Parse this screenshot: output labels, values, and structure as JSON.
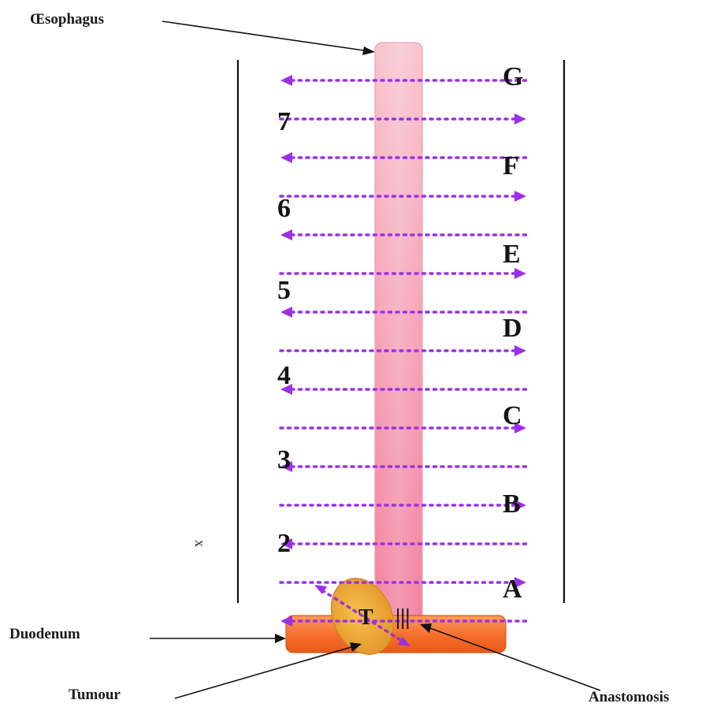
{
  "title": "",
  "labels": {
    "oesophagus": "Œsophagus",
    "duodenum": "Duodenum",
    "tumour": "Tumour",
    "anastomosis": "Anastomosis",
    "tumour_tag": "T",
    "anastomosis_tag": "|||",
    "axis": "x"
  },
  "letter_zones": [
    "A",
    "B",
    "C",
    "D",
    "E",
    "F",
    "G"
  ],
  "number_zones": [
    "2",
    "3",
    "4",
    "5",
    "6",
    "7"
  ],
  "sweeps": [
    {
      "direction": "left"
    },
    {
      "direction": "right"
    },
    {
      "direction": "left"
    },
    {
      "direction": "right"
    },
    {
      "direction": "left"
    },
    {
      "direction": "right"
    },
    {
      "direction": "left"
    },
    {
      "direction": "right"
    },
    {
      "direction": "left"
    },
    {
      "direction": "right"
    },
    {
      "direction": "left"
    },
    {
      "direction": "right"
    },
    {
      "direction": "left"
    },
    {
      "direction": "right"
    },
    {
      "direction": "left"
    }
  ],
  "colors": {
    "oesophagus_top": "#f8c4cf",
    "oesophagus_bottom": "#f2819f",
    "duodenum": "#f56d2a",
    "tumour": "#eba632",
    "sweep_arrows": "#9b30e6",
    "lines": "#111111"
  }
}
